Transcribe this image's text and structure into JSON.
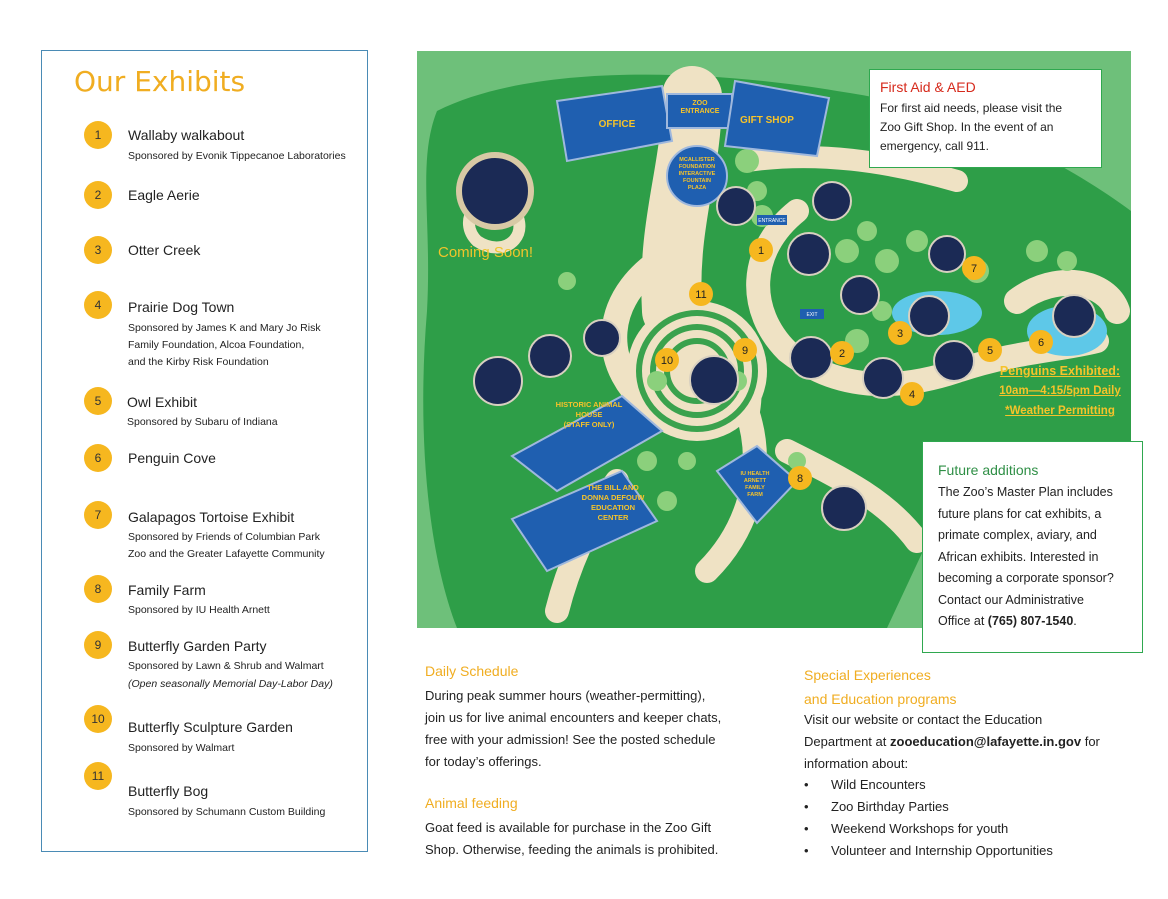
{
  "exhibits_title": "Our Exhibits",
  "exhibits": [
    {
      "num": "1",
      "name": "Wallaby walkabout",
      "sponsor": [
        "Sponsored by Evonik Tippecanoe Laboratories"
      ]
    },
    {
      "num": "2",
      "name": "Eagle Aerie",
      "sponsor": []
    },
    {
      "num": "3",
      "name": "Otter Creek",
      "sponsor": []
    },
    {
      "num": "4",
      "name": "Prairie Dog Town",
      "sponsor": [
        "Sponsored by James K and Mary Jo Risk",
        "Family Foundation, Alcoa Foundation,",
        "and the Kirby Risk Foundation"
      ]
    },
    {
      "num": "5",
      "name": "Owl Exhibit",
      "sponsor": [
        "Sponsored by Subaru of Indiana"
      ]
    },
    {
      "num": "6",
      "name": "Penguin Cove",
      "sponsor": []
    },
    {
      "num": "7",
      "name": "Galapagos Tortoise Exhibit",
      "sponsor": [
        "Sponsored by Friends of Columbian Park",
        "Zoo and the Greater Lafayette Community"
      ]
    },
    {
      "num": "8",
      "name": "Family Farm",
      "sponsor": [
        "Sponsored by IU Health Arnett"
      ]
    },
    {
      "num": "9",
      "name": "Butterfly Garden Party",
      "sponsor": [
        "Sponsored by Lawn & Shrub and Walmart"
      ],
      "note": "(Open seasonally Memorial Day-Labor Day)"
    },
    {
      "num": "10",
      "name": "Butterfly Sculpture Garden",
      "sponsor": [
        "Sponsored by Walmart"
      ]
    },
    {
      "num": "11",
      "name": "Butterfly Bog",
      "sponsor": [
        "Sponsored by Schumann Custom Building"
      ]
    }
  ],
  "map": {
    "office": "OFFICE",
    "zoo_entrance": [
      "ZOO",
      "ENTRANCE"
    ],
    "gift_shop": "GIFT SHOP",
    "plaza": [
      "MCALLISTER",
      "FOUNDATION",
      "INTERACTIVE",
      "FOUNTAIN",
      "PLAZA"
    ],
    "entrance_tag": "ENTRANCE",
    "exit_tag": "EXIT",
    "historic_house": [
      "HISTORIC ANIMAL",
      "HOUSE",
      "(STAFF ONLY)"
    ],
    "education_center": [
      "THE BILL AND",
      "DONNA DEFOUW",
      "EDUCATION",
      "CENTER"
    ],
    "family_farm": [
      "IU HEALTH",
      "ARNETT",
      "FAMILY",
      "FARM"
    ],
    "markers": [
      "1",
      "2",
      "3",
      "4",
      "5",
      "6",
      "7",
      "8",
      "9",
      "10",
      "11"
    ],
    "coming_soon": "Coming  Soon!",
    "penguins": [
      "Penguins Exhibited:",
      "10am—4:15/5pm Daily",
      "*Weather Permitting"
    ]
  },
  "first_aid": {
    "title": "First Aid & AED",
    "lines": [
      "For first aid needs, please visit the",
      "Zoo Gift Shop.  In the event of an",
      "emergency, call 911."
    ]
  },
  "future": {
    "title": "Future additions",
    "lines": [
      "The Zoo’s Master Plan includes",
      "future plans for cat exhibits, a",
      "primate complex, aviary, and",
      "African exhibits. Interested in",
      "becoming a corporate sponsor?",
      "Contact our Administrative"
    ],
    "last_prefix": "Office at ",
    "phone": "(765) 807-1540",
    "last_suffix": "."
  },
  "daily": {
    "title": "Daily Schedule",
    "lines": [
      "During peak summer hours (weather-permitting),",
      "join us for live animal encounters and  keeper chats,",
      "free with your admission! See the posted schedule",
      "for today’s offerings."
    ]
  },
  "feeding": {
    "title": "Animal feeding",
    "lines": [
      "Goat feed is available for purchase in the Zoo Gift",
      "Shop. Otherwise, feeding the animals is prohibited."
    ]
  },
  "special": {
    "title_lines": [
      "Special Experiences",
      "and Education programs"
    ],
    "line1": "Visit our website or contact the Education",
    "line2_prefix": "Department at ",
    "email": "zooeducation@lafayette.in.gov",
    "line2_suffix": " for",
    "line3": "information about:",
    "bullets": [
      "Wild Encounters",
      "Zoo Birthday Parties",
      "Weekend Workshops for youth",
      "Volunteer and Internship Opportunities"
    ]
  },
  "colors": {
    "accent": "#f0ad21",
    "map_green": "#2e9e48",
    "map_light": "#6ec07a",
    "building": "#1f5fb0",
    "marker": "#f6b71f",
    "red": "#d62a1c"
  }
}
